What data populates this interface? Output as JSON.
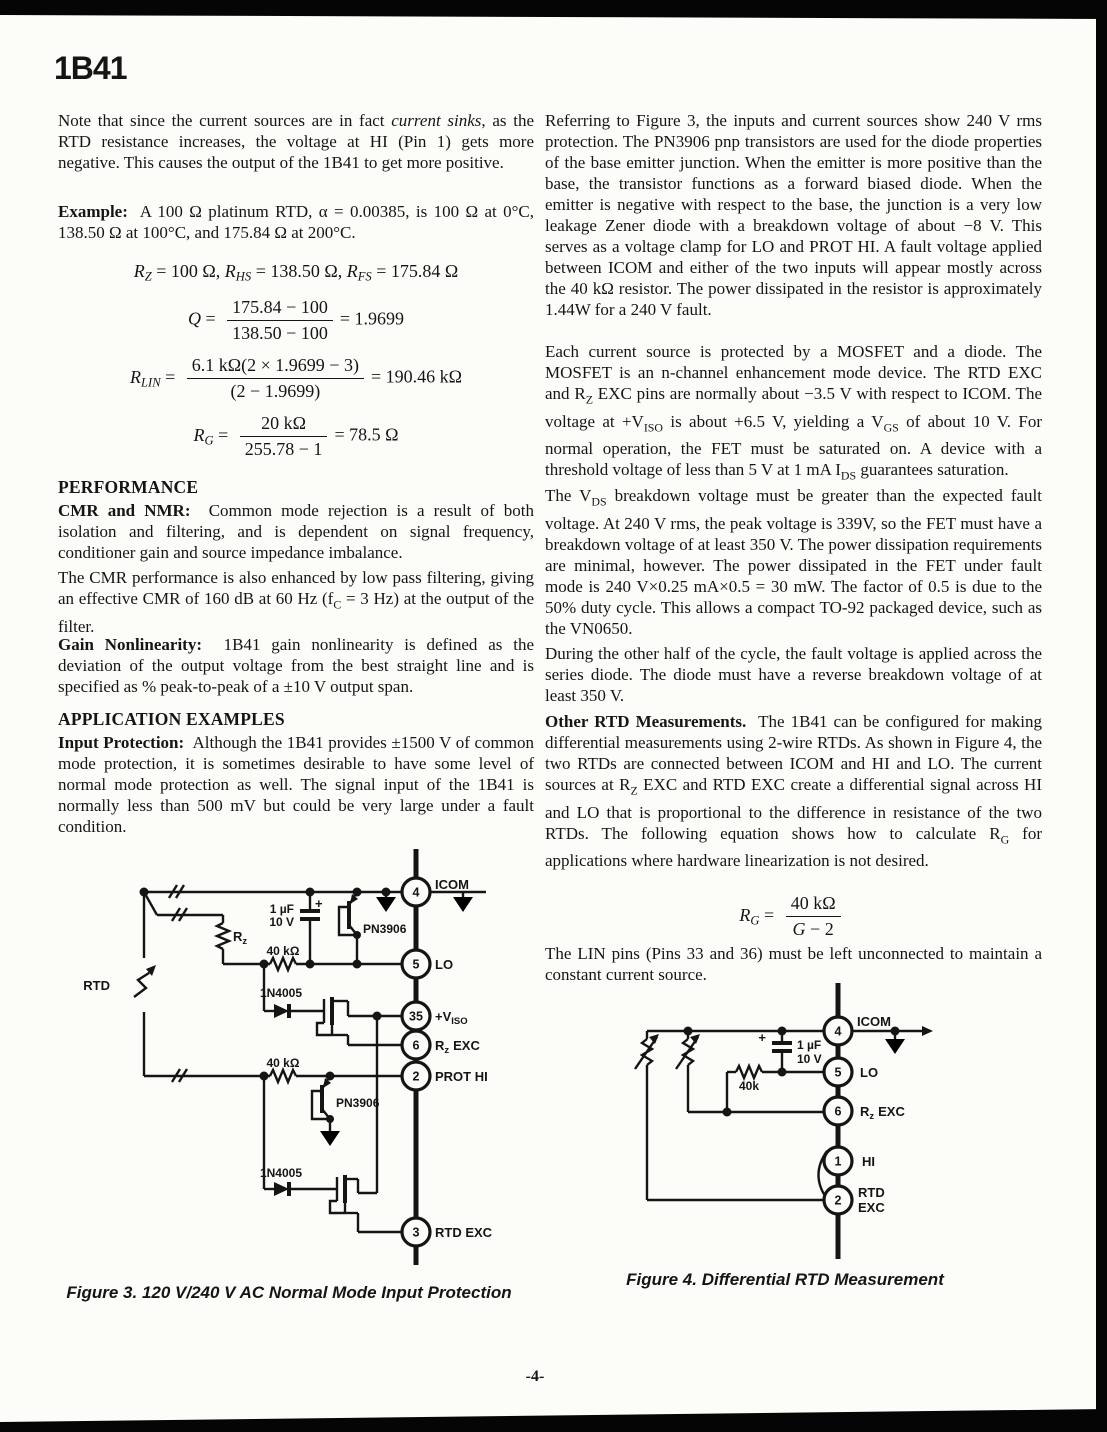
{
  "page": {
    "title": "1B41",
    "page_number": "-4-"
  },
  "left_column": {
    "para_note": [
      {
        "t": "Note that since the current sources are in fact "
      },
      {
        "t": "current sinks",
        "s": "i"
      },
      {
        "t": ", as the RTD resistance increases, the voltage at HI (Pin 1) gets more negative. This causes the output of the 1B41 to get more positive."
      }
    ],
    "para_example": [
      {
        "t": "Example:",
        "s": "b"
      },
      {
        "t": "  A 100 Ω platinum RTD, α = 0.00385, is 100 Ω at 0°C, 138.50 Ω at 100°C, and 175.84 Ω at 200°C."
      }
    ],
    "eq_r_values": [
      {
        "t": "R",
        "s": "i"
      },
      {
        "t": "Z",
        "s": "isub"
      },
      {
        "t": " = 100 Ω, "
      },
      {
        "t": "R",
        "s": "i"
      },
      {
        "t": "HS",
        "s": "isub"
      },
      {
        "t": " = 138.50 Ω, "
      },
      {
        "t": "R",
        "s": "i"
      },
      {
        "t": "FS",
        "s": "isub"
      },
      {
        "t": " = 175.84 Ω"
      }
    ],
    "eq_q": {
      "lhs": [
        {
          "t": "Q",
          "s": "i"
        },
        {
          "t": " = "
        }
      ],
      "num": [
        {
          "t": "175.84 − 100"
        }
      ],
      "den": [
        {
          "t": "138.50 − 100"
        }
      ],
      "rhs": "= 1.9699"
    },
    "eq_rlin": {
      "lhs": [
        {
          "t": "R",
          "s": "i"
        },
        {
          "t": "LIN",
          "s": "isub"
        },
        {
          "t": " = "
        }
      ],
      "num": [
        {
          "t": "6.1 kΩ(2 × 1.9699 − 3)"
        }
      ],
      "den": [
        {
          "t": "(2 − 1.9699)"
        }
      ],
      "rhs": "= 190.46 kΩ"
    },
    "eq_rg": {
      "lhs": [
        {
          "t": "R",
          "s": "i"
        },
        {
          "t": "G",
          "s": "isub"
        },
        {
          "t": " = "
        }
      ],
      "num": [
        {
          "t": "20 kΩ"
        }
      ],
      "den": [
        {
          "t": "255.78 − 1"
        }
      ],
      "rhs": "= 78.5 Ω"
    },
    "performance_heading": "PERFORMANCE",
    "para_cmr": [
      {
        "t": "CMR and NMR:",
        "s": "b"
      },
      {
        "t": "  Common mode rejection is a result of both isolation and filtering, and is dependent on signal frequency, conditioner gain and source impedance imbalance."
      }
    ],
    "para_cmr2": [
      {
        "t": "The CMR performance is also enhanced by low pass filtering, giving an effective CMR of 160 dB at 60 Hz (f"
      },
      {
        "t": "C",
        "s": "sub"
      },
      {
        "t": " = 3 Hz) at the output of the filter."
      }
    ],
    "para_gain": [
      {
        "t": "Gain Nonlinearity:",
        "s": "b"
      },
      {
        "t": "  1B41 gain nonlinearity is defined as the deviation of the output voltage from the best straight line and is specified as % peak-to-peak of a ±10 V output span."
      }
    ],
    "application_heading": "APPLICATION EXAMPLES",
    "para_input": [
      {
        "t": "Input Protection:",
        "s": "b"
      },
      {
        "t": "  Although the 1B41 provides ±1500 V of common mode protection, it is sometimes desirable to have some level of normal mode protection as well. The signal input of the 1B41 is normally less than 500 mV but could be very large under a fault condition."
      }
    ],
    "figure3": {
      "caption": "Figure 3.  120 V/240 V AC Normal Mode Input Protection",
      "labels": {
        "rtd": "RTD",
        "rz": "R",
        "rz_sub": "z",
        "cap_value": "1 µF",
        "cap_voltage": "10 V",
        "plus": "+",
        "r40_top": "40 kΩ",
        "r40_bot": "40 kΩ",
        "d1": "1N4005",
        "d2": "1N4005",
        "q1": "PN3906",
        "q2": "PN3906"
      },
      "pins": [
        {
          "num": "4",
          "label": "ICOM"
        },
        {
          "num": "5",
          "label": "LO"
        },
        {
          "num": "35",
          "label": "+V",
          "sub": "ISO"
        },
        {
          "num": "6",
          "label": "R",
          "sub": "z",
          "label2": "EXC"
        },
        {
          "num": "2",
          "label": "PROT HI"
        },
        {
          "num": "3",
          "label": "RTD EXC"
        }
      ]
    }
  },
  "right_column": {
    "para_referring": [
      {
        "t": "Referring to Figure 3, the inputs and current sources show 240 V rms protection. The PN3906 pnp transistors are used for the diode properties of the base emitter junction. When the emitter is more positive than the base, the transistor functions as a forward biased diode. When the emitter is negative with respect to the base, the junction is a very low leakage Zener diode with a breakdown voltage of about −8 V. This serves as a voltage clamp for LO and PROT HI. A fault voltage applied between ICOM and either of the two inputs will appear mostly across the 40 kΩ resistor. The power dissipated in the resistor is approximately 1.44W for a 240 V fault."
      }
    ],
    "para_mosfet": [
      {
        "t": "Each current source is protected by a MOSFET and a diode. The MOSFET is an n-channel enhancement mode device. The RTD EXC and R"
      },
      {
        "t": "Z",
        "s": "sub"
      },
      {
        "t": " EXC pins are normally about −3.5 V with respect to ICOM. The voltage at +V"
      },
      {
        "t": "ISO",
        "s": "sub"
      },
      {
        "t": " is about +6.5 V, yielding a V"
      },
      {
        "t": "GS",
        "s": "sub"
      },
      {
        "t": " of about 10 V. For normal operation, the FET must be saturated on. A device with a threshold voltage of less than 5 V at 1 mA I"
      },
      {
        "t": "DS",
        "s": "sub"
      },
      {
        "t": " guarantees saturation."
      }
    ],
    "para_vds": [
      {
        "t": "The V"
      },
      {
        "t": "DS",
        "s": "sub"
      },
      {
        "t": " breakdown voltage must be greater than the expected fault voltage. At 240 V rms, the peak voltage is 339V, so the FET must have a breakdown voltage of at least 350 V. The power dissipation requirements are minimal, however. The power dissipated in the FET under fault mode is 240 V×0.25 mA×0.5 = 30 mW. The factor of 0.5 is due to the 50% duty cycle. This allows a compact TO-92 packaged device, such as the VN0650."
      }
    ],
    "para_during": [
      {
        "t": "During the other half of the cycle, the fault voltage is applied across the series diode. The diode must have a reverse breakdown voltage of at least 350 V."
      }
    ],
    "para_other": [
      {
        "t": "Other RTD Measurements.",
        "s": "b"
      },
      {
        "t": "  The 1B41 can be configured for making differential measurements using 2-wire RTDs. As shown in Figure 4, the two RTDs are connected between ICOM and HI and LO. The current sources at R"
      },
      {
        "t": "Z",
        "s": "sub"
      },
      {
        "t": " EXC and RTD EXC create a differential signal across HI and LO that is proportional to the difference in resistance of the two RTDs. The following equation shows how to calculate R"
      },
      {
        "t": "G",
        "s": "sub"
      },
      {
        "t": " for applications where hardware linearization is not desired."
      }
    ],
    "eq_rg2": {
      "lhs": [
        {
          "t": "R",
          "s": "i"
        },
        {
          "t": "G",
          "s": "isub"
        },
        {
          "t": " = "
        }
      ],
      "num": [
        {
          "t": "40 kΩ"
        }
      ],
      "den": [
        {
          "t": "G",
          "s": "i"
        },
        {
          "t": " − 2"
        }
      ],
      "rhs": ""
    },
    "para_lin": [
      {
        "t": "The LIN pins (Pins 33 and 36) must be left unconnected to maintain a constant current source."
      }
    ],
    "figure4": {
      "caption": "Figure 4.  Differential RTD Measurement",
      "labels": {
        "cap_value": "1 µF",
        "cap_voltage": "10 V",
        "plus": "+",
        "r40": "40k"
      },
      "pins": [
        {
          "num": "4",
          "label": "ICOM"
        },
        {
          "num": "5",
          "label": "LO"
        },
        {
          "num": "6",
          "label": "R",
          "sub": "z",
          "label2": "EXC"
        },
        {
          "num": "1",
          "label": "HI"
        },
        {
          "num": "2",
          "label": "RTD",
          "label2": "EXC"
        }
      ]
    }
  }
}
